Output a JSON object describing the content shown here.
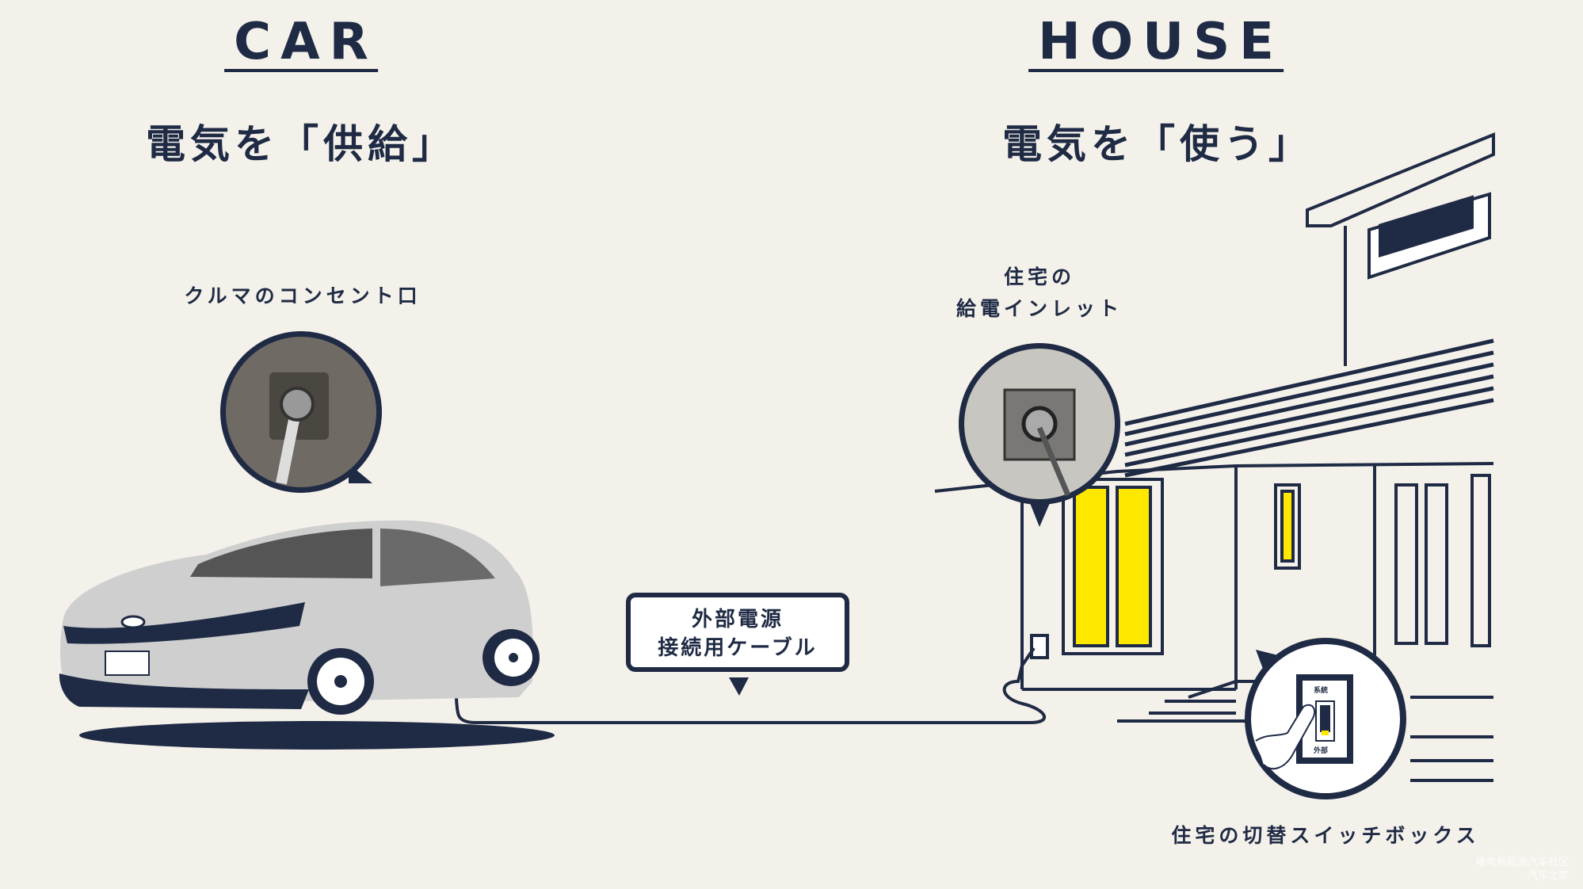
{
  "car": {
    "title": "CAR",
    "subtitle": "電気を「供給」",
    "outlet_label": "クルマのコンセント口"
  },
  "house": {
    "title": "HOUSE",
    "subtitle": "電気を「使う」",
    "inlet_label_line1": "住宅の",
    "inlet_label_line2": "給電インレット",
    "switch_label": "住宅の切替スイッチボックス",
    "switch_top": "系統",
    "switch_bottom": "外部"
  },
  "cable": {
    "line1": "外部電源",
    "line2": "接続用ケーブル"
  },
  "watermark": {
    "line1": "唯电新能源汽车社区",
    "line2": "汽车之家"
  },
  "colors": {
    "navy": "#1f2a44",
    "yellow": "#ffe800",
    "background": "#f3f1ea",
    "car_body": "#cfcfcf"
  }
}
